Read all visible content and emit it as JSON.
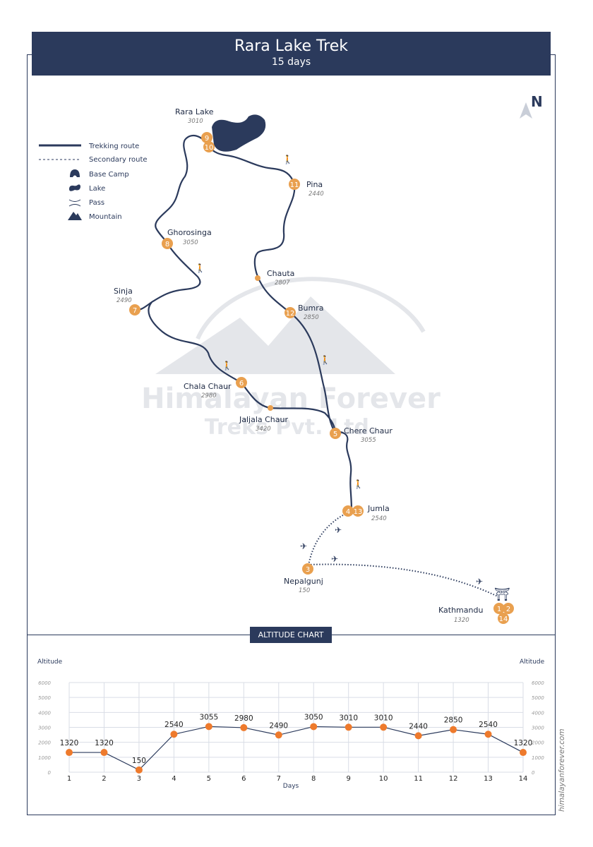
{
  "header": {
    "title": "Rara Lake Trek",
    "subtitle": "15 days"
  },
  "compass": "N",
  "legend": [
    {
      "label": "Trekking route",
      "icon": "solid-line-icon"
    },
    {
      "label": "Secondary route",
      "icon": "dotted-line-icon"
    },
    {
      "label": "Base Camp",
      "icon": "base-camp-icon"
    },
    {
      "label": "Lake",
      "icon": "lake-icon"
    },
    {
      "label": "Pass",
      "icon": "pass-icon"
    },
    {
      "label": "Mountain",
      "icon": "mountain-icon"
    }
  ],
  "watermark": {
    "line1": "Himalayan Forever",
    "line2": "Treks Pvt. Ltd."
  },
  "places": [
    {
      "name": "Rara Lake",
      "elevation": "3010",
      "days": [
        "9",
        "10"
      ]
    },
    {
      "name": "Pina",
      "elevation": "2440",
      "days": [
        "11"
      ]
    },
    {
      "name": "Ghorosinga",
      "elevation": "3050",
      "days": [
        "8"
      ]
    },
    {
      "name": "Chauta",
      "elevation": "2807",
      "days": []
    },
    {
      "name": "Sinja",
      "elevation": "2490",
      "days": [
        "7"
      ]
    },
    {
      "name": "Bumra",
      "elevation": "2850",
      "days": [
        "12"
      ]
    },
    {
      "name": "Chala Chaur",
      "elevation": "2980",
      "days": [
        "6"
      ]
    },
    {
      "name": "Jaljala Chaur",
      "elevation": "3420",
      "days": []
    },
    {
      "name": "Chere Chaur",
      "elevation": "3055",
      "days": [
        "5"
      ]
    },
    {
      "name": "Jumla",
      "elevation": "2540",
      "days": [
        "4",
        "13"
      ]
    },
    {
      "name": "Nepalgunj",
      "elevation": "150",
      "days": [
        "3"
      ]
    },
    {
      "name": "Kathmandu",
      "elevation": "1320",
      "days": [
        "1",
        "2",
        "14"
      ]
    }
  ],
  "chart_section": {
    "title": "ALTITUDE CHART"
  },
  "chart_data": {
    "type": "line",
    "title": "ALTITUDE CHART",
    "xlabel": "Days",
    "ylabel": "Altitude",
    "ylabel_right": "Altitude",
    "x": [
      1,
      2,
      3,
      4,
      5,
      6,
      7,
      8,
      9,
      10,
      11,
      12,
      13,
      14
    ],
    "values": [
      1320,
      1320,
      150,
      2540,
      3055,
      2980,
      2490,
      3050,
      3010,
      3010,
      2440,
      2850,
      2540,
      1320
    ],
    "ylim": [
      0,
      6000
    ],
    "yticks": [
      0,
      1000,
      2000,
      3000,
      4000,
      5000,
      6000
    ],
    "grid": true,
    "line_color": "#2b3a5c",
    "marker_color": "#ee7a2c"
  },
  "website": "himalayanforever.com"
}
